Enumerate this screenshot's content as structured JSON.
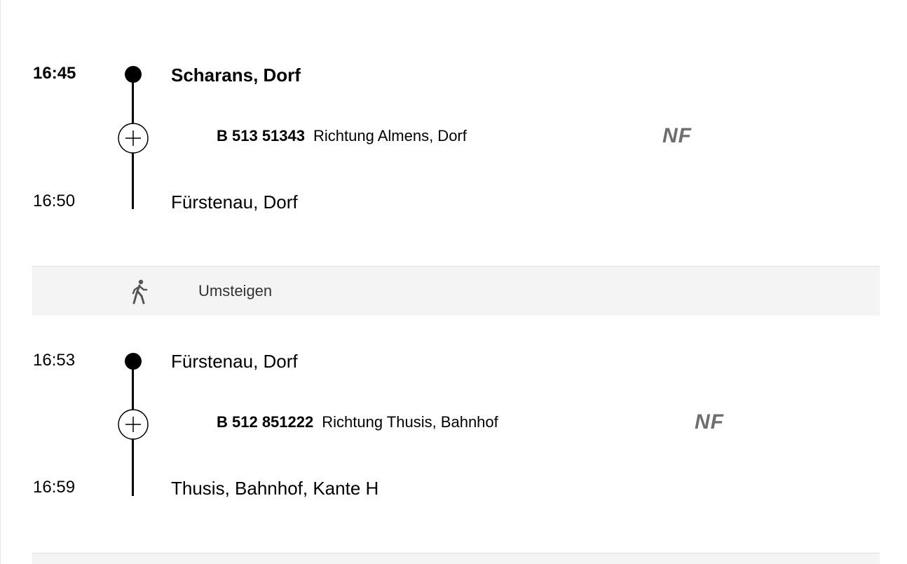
{
  "legs": [
    {
      "departure_time": "16:45",
      "departure_stop": "Scharans, Dorf",
      "service_code": "B 513 51343",
      "direction": "Richtung Almens, Dorf",
      "badge": "NF",
      "arrival_time": "16:50",
      "arrival_stop": "Fürstenau, Dorf"
    },
    {
      "departure_time": "16:53",
      "departure_stop": "Fürstenau, Dorf",
      "service_code": "B 512 851222",
      "direction": "Richtung Thusis, Bahnhof",
      "badge": "NF",
      "arrival_time": "16:59",
      "arrival_stop": "Thusis, Bahnhof, Kante H"
    }
  ],
  "transfer": {
    "label": "Umsteigen",
    "icon": "walking-person-icon"
  }
}
